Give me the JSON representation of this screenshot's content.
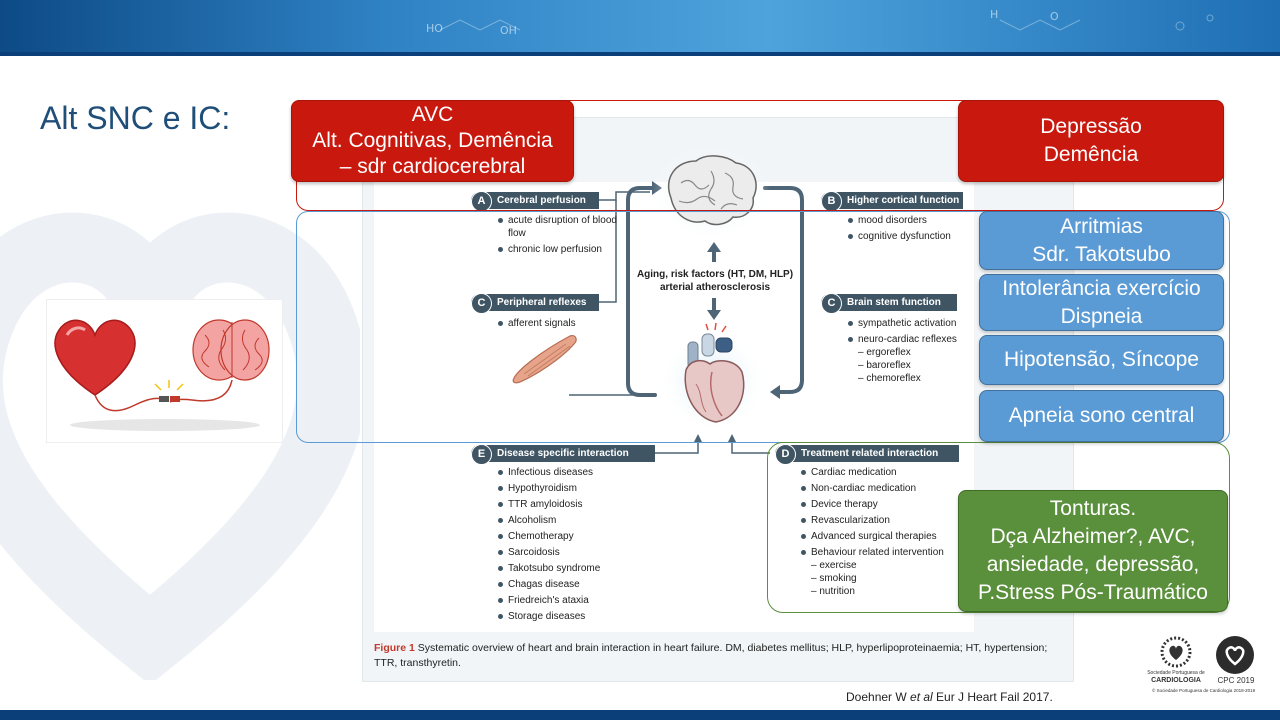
{
  "slide": {
    "title": "Alt SNC e IC:",
    "reference_prefix": "Doehner W ",
    "reference_italic": "et al",
    "reference_suffix": " Eur J Heart Fail 2017."
  },
  "banner": {
    "decor": [
      "HO",
      "OH",
      "H",
      "O"
    ]
  },
  "boxes": {
    "avc": [
      "AVC",
      "Alt. Cognitivas, Demência",
      "– sdr cardiocerebral"
    ],
    "depressao": [
      "Depressão",
      "Demência"
    ],
    "arritmias": [
      "Arritmias",
      "Sdr. Takotsubo"
    ],
    "intolerancia": [
      "Intolerância exercício",
      "Dispneia"
    ],
    "hipotensao": [
      "Hipotensão, Síncope"
    ],
    "apneia": [
      "Apneia sono central"
    ],
    "tonturas": [
      "Tonturas.",
      "Dça Alzheimer?, AVC,",
      "ansiedade, depressão,",
      "P.Stress Pós-Traumático"
    ]
  },
  "figure": {
    "center_text": [
      "Aging, risk factors (HT, DM, HLP)",
      "arterial atherosclerosis"
    ],
    "sections": {
      "A": {
        "letter": "A",
        "title": "Cerebral perfusion",
        "items": [
          "acute disruption of blood flow",
          "chronic low perfusion"
        ]
      },
      "B": {
        "letter": "B",
        "title": "Higher cortical function",
        "items": [
          "mood disorders",
          "cognitive dysfunction"
        ]
      },
      "C_left": {
        "letter": "C",
        "title": "Peripheral reflexes",
        "items": [
          "afferent signals"
        ]
      },
      "C_right": {
        "letter": "C",
        "title": "Brain stem function",
        "items": [
          "sympathetic activation",
          "neuro-cardiac reflexes"
        ],
        "subitems": [
          "– ergoreflex",
          "– baroreflex",
          "– chemoreflex"
        ]
      },
      "E": {
        "letter": "E",
        "title": "Disease specific interaction",
        "items": [
          "Infectious diseases",
          "Hypothyroidism",
          "TTR amyloidosis",
          "Alcoholism",
          "Chemotherapy",
          "Sarcoidosis",
          "Takotsubo syndrome",
          "Chagas disease",
          "Friedreich's ataxia",
          "Storage diseases"
        ]
      },
      "D": {
        "letter": "D",
        "title": "Treatment related interaction",
        "items": [
          "Cardiac medication",
          "Non-cardiac medication",
          "Device therapy",
          "Revascularization",
          "Advanced surgical therapies",
          "Behaviour related intervention"
        ],
        "subitems": [
          "– exercise",
          "– smoking",
          "– nutrition"
        ]
      }
    },
    "caption_label": "Figure 1",
    "caption_text": "  Systematic overview of heart and brain interaction in heart failure. DM, diabetes mellitus; HLP, hyperlipoproteinaemia; HT, hypertension; TTR, transthyretin."
  },
  "logos": {
    "spc_line1": "Sociedade Portuguesa de",
    "spc_line2": "CARDIOLOGIA",
    "cpc": "CPC 2019",
    "copyright": "© Sociedade Portuguesa de Cardiologia 2018-2019"
  },
  "colors": {
    "red_box": "#c9190f",
    "blue_box": "#5b9bd5",
    "green_box": "#5a8f3c",
    "title": "#1f4e79",
    "pill": "#3f5564",
    "caption_label": "#c0392b"
  }
}
